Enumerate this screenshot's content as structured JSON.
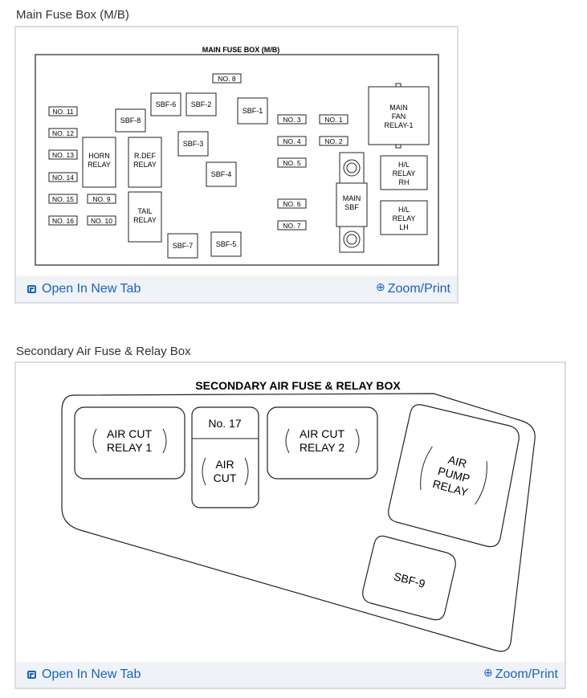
{
  "sections": [
    {
      "title": "Main Fuse Box (M/B)",
      "diagram_title": "MAIN FUSE BOX (M/B)",
      "open_label": "Open In New Tab",
      "zoom_label": "Zoom/Print"
    },
    {
      "title": "Secondary Air Fuse & Relay Box",
      "diagram_title": "SECONDARY AIR FUSE & RELAY BOX",
      "open_label": "Open In New Tab",
      "zoom_label": "Zoom/Print"
    }
  ],
  "main_fuse_box": {
    "fuses": [
      "NO. 8",
      "NO. 11",
      "NO. 12",
      "NO. 13",
      "NO. 14",
      "NO. 15",
      "NO. 9",
      "NO. 16",
      "NO. 10",
      "NO. 3",
      "NO. 1",
      "NO. 4",
      "NO. 2",
      "NO. 5",
      "NO. 6",
      "NO. 7"
    ],
    "sbf": [
      "SBF-6",
      "SBF-2",
      "SBF-1",
      "SBF-8",
      "SBF-3",
      "SBF-4",
      "SBF-7",
      "SBF-5"
    ],
    "relays": {
      "horn": [
        "HORN",
        "RELAY"
      ],
      "rdef": [
        "R.DEF",
        "RELAY"
      ],
      "tail": [
        "TAIL",
        "RELAY"
      ],
      "main_fan": [
        "MAIN",
        "FAN",
        "RELAY-1"
      ],
      "hl_rh": [
        "H/L",
        "RELAY",
        "RH"
      ],
      "hl_lh": [
        "H/L",
        "RELAY",
        "LH"
      ],
      "main_sbf": [
        "MAIN",
        "SBF"
      ]
    }
  },
  "secondary_box": {
    "air_cut_relay_1": [
      "AIR CUT",
      "RELAY 1"
    ],
    "fuse_no17": "No. 17",
    "air_cut": [
      "AIR",
      "CUT"
    ],
    "air_cut_relay_2": [
      "AIR CUT",
      "RELAY 2"
    ],
    "air_pump_relay": [
      "AIR",
      "PUMP",
      "RELAY"
    ],
    "sbf9": "SBF-9"
  },
  "colors": {
    "link": "#1e63b5",
    "footer_bg": "#eff2f6",
    "frame_border": "#d9dde2"
  }
}
